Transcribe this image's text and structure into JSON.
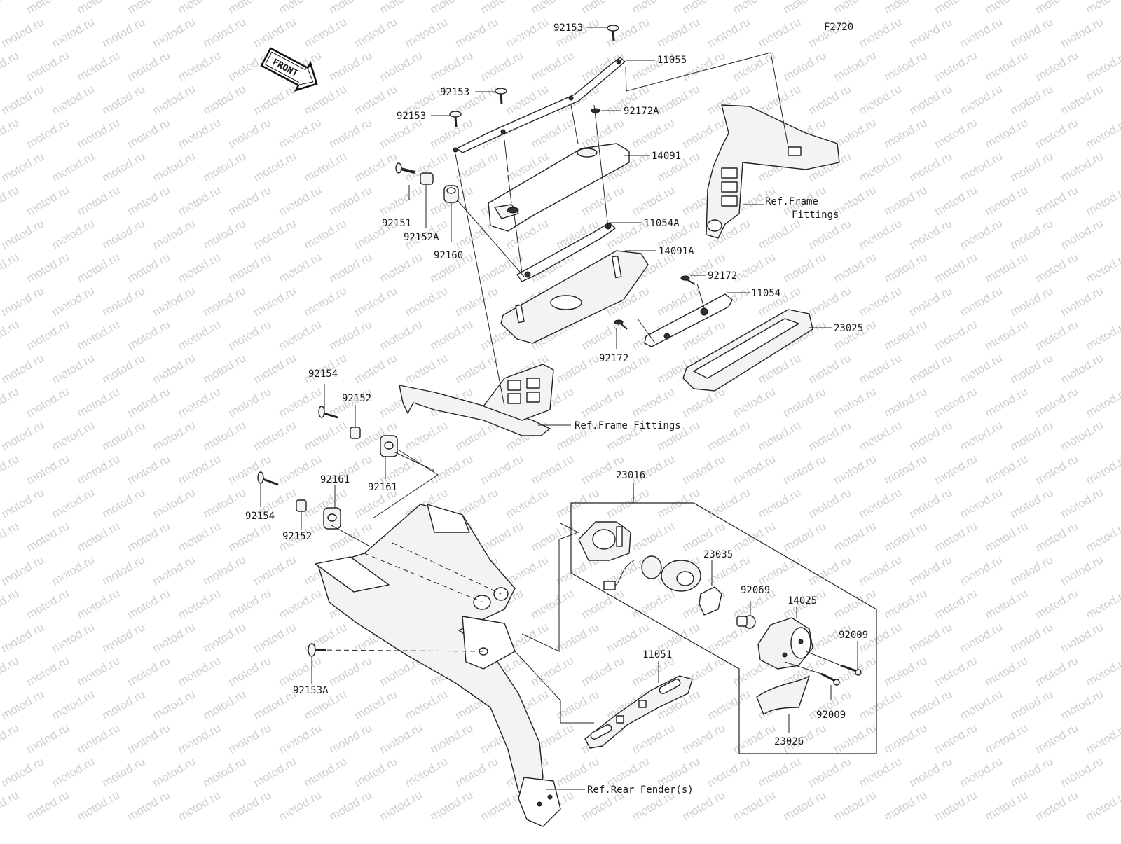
{
  "figure_code": "F2720",
  "front_arrow_label": "FRONT",
  "watermark_text": "motod.ru",
  "references": {
    "frame_fittings_top_line1": "Ref.Frame",
    "frame_fittings_top_line2": "Fittings",
    "frame_fittings_mid": "Ref.Frame Fittings",
    "rear_fender": "Ref.Rear Fender(s)"
  },
  "part_labels": {
    "p92153_top": "92153",
    "p11055": "11055",
    "p92153_b": "92153",
    "p92153_c": "92153",
    "p92172A": "92172A",
    "p14091": "14091",
    "p92151": "92151",
    "p92152A": "92152A",
    "p92160": "92160",
    "p11054A": "11054A",
    "p14091A": "14091A",
    "p92172_a": "92172",
    "p11054": "11054",
    "p23025": "23025",
    "p92172_b": "92172",
    "p92154_a": "92154",
    "p92152_a": "92152",
    "p92161_a": "92161",
    "p92161_b": "92161",
    "p92154_b": "92154",
    "p92152_b": "92152",
    "p23016": "23016",
    "p23035": "23035",
    "p92069": "92069",
    "p14025": "14025",
    "p92009_a": "92009",
    "p92009_b": "92009",
    "p23026": "23026",
    "p11051": "11051",
    "p92153A": "92153A"
  }
}
